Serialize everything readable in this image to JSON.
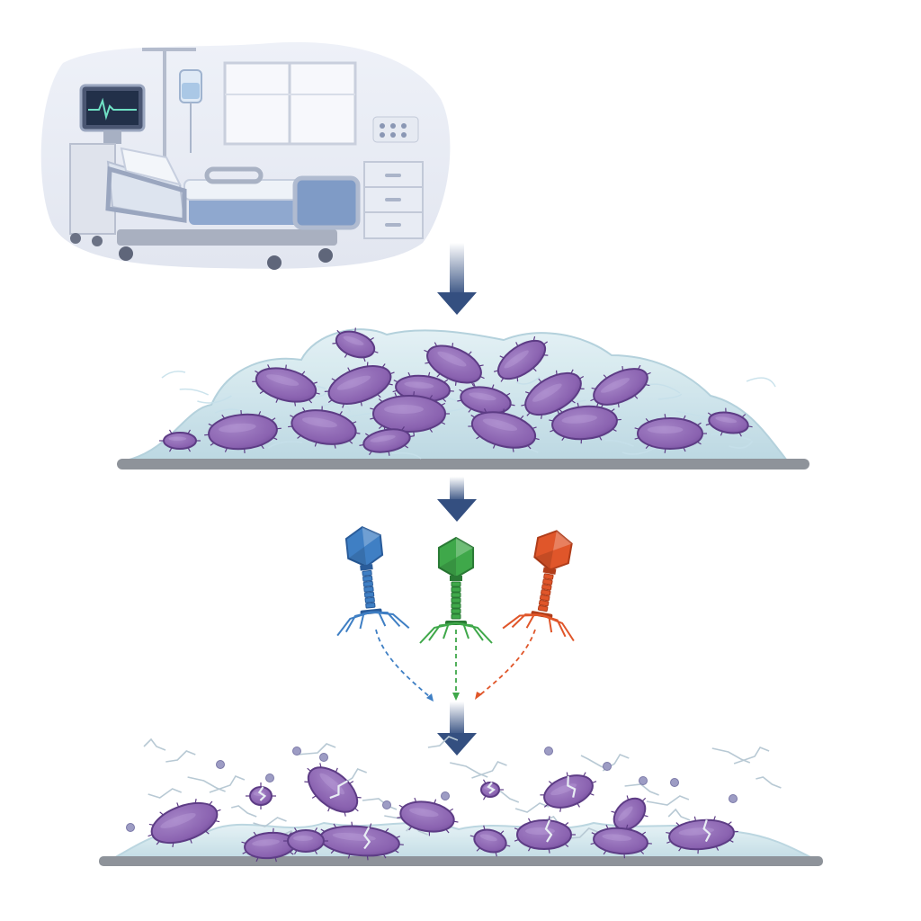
{
  "diagram": {
    "stages": [
      {
        "id": "hospital-room",
        "icon": "hospital-bed-icon"
      },
      {
        "id": "intact-biofilm",
        "icon": "biofilm-icon"
      },
      {
        "id": "phage-cocktail",
        "icon": "bacteriophage-icon"
      },
      {
        "id": "disrupted-biofilm",
        "icon": "disrupted-biofilm-icon"
      }
    ],
    "phages": [
      {
        "name": "blue-phage",
        "color": "#3f7fc4",
        "dark": "#2a5c9a"
      },
      {
        "name": "green-phage",
        "color": "#3fa84a",
        "dark": "#2a7a35"
      },
      {
        "name": "orange-phage",
        "color": "#e0562a",
        "dark": "#b03d1a"
      }
    ],
    "colors": {
      "arrow": "#344f80",
      "bacteria": "#8a62b0",
      "bacteria_dark": "#5d3c85",
      "matrix": "#cfe6ee",
      "surface": "#8e939a"
    }
  }
}
